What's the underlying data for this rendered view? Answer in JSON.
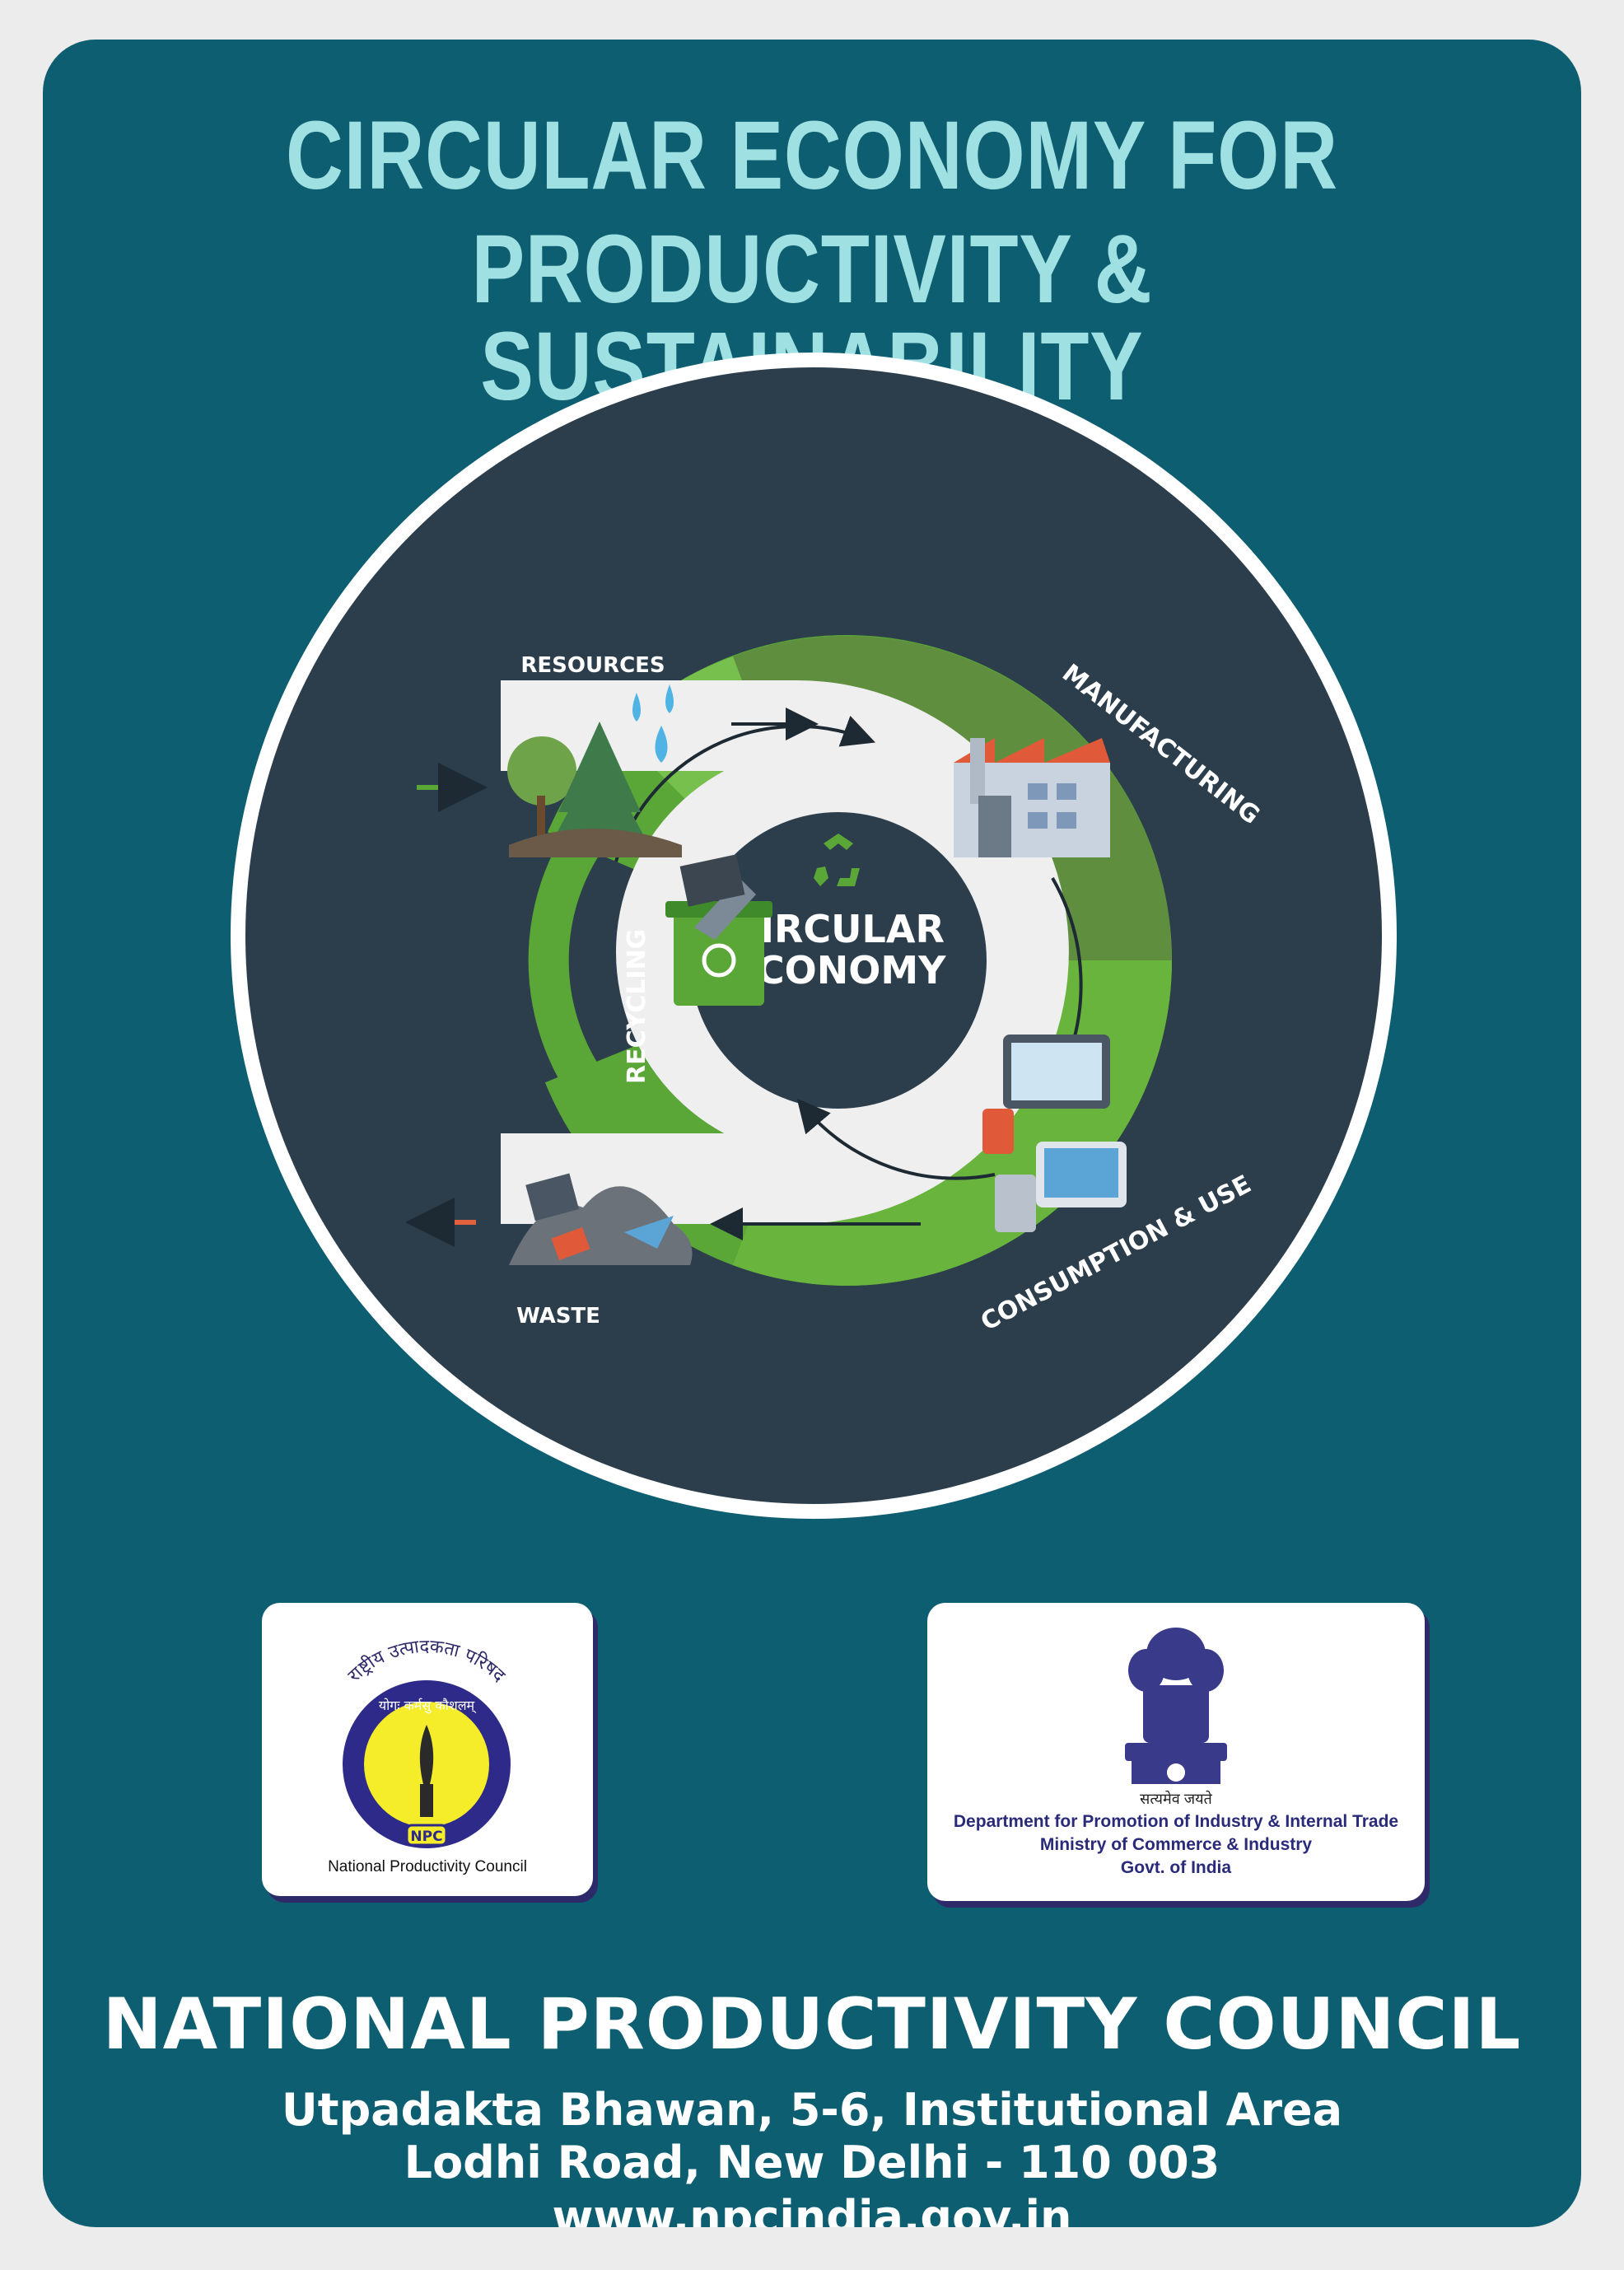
{
  "poster": {
    "title_line1": "CIRCULAR ECONOMY FOR",
    "title_line2": "PRODUCTIVITY & SUSTAINABILITY",
    "colors": {
      "background": "#0d5e70",
      "title": "#9fe0e2",
      "ring_green": "#5aa637",
      "ring_dark": "#2c3e4c"
    }
  },
  "diagram": {
    "center_line1": "CIRCULAR",
    "center_line2": "ECONOMY",
    "stages": {
      "resources": "RESOURCES",
      "manufacturing": "MANUFACTURING",
      "consumption": "CONSUMPTION & USE",
      "recycling": "RECYCLING",
      "waste": "WASTE"
    },
    "icons": [
      "recycle-icon",
      "tree-icon",
      "water-drop-icon",
      "factory-icon",
      "devices-icon",
      "recycle-bin-icon",
      "waste-pile-icon",
      "arrow-icon"
    ]
  },
  "logos": {
    "npc": {
      "hindi_arc": "राष्ट्रीय उत्पादकता परिषद",
      "motto": "योगः कर्मसु कौशलम्",
      "caption": "National Productivity Council",
      "badge": "NPC"
    },
    "gov": {
      "motto": "सत्यमेव जयते",
      "line1": "Department for Promotion of Industry & Internal Trade",
      "line2": "Ministry of Commerce & Industry",
      "line3": "Govt. of India"
    }
  },
  "footer": {
    "org_name": "NATIONAL PRODUCTIVITY COUNCIL",
    "address_line1": "Utpadakta Bhawan, 5-6, Institutional Area",
    "address_line2": "Lodhi Road, New Delhi - 110 003",
    "website": "www.npcindia.gov.in"
  }
}
